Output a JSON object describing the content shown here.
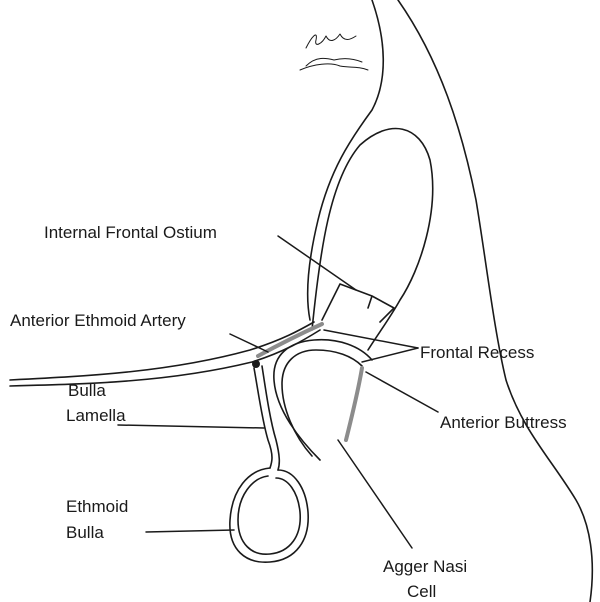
{
  "labels": {
    "internal_frontal_ostium": "Internal Frontal Ostium",
    "anterior_ethmoid_artery": "Anterior Ethmoid Artery",
    "frontal_recess": "Frontal Recess",
    "bulla_lamella_line1": "Bulla",
    "bulla_lamella_line2": "Lamella",
    "anterior_buttress": "Anterior Buttress",
    "ethmoid_bulla_line1": "Ethmoid",
    "ethmoid_bulla_line2": "Bulla",
    "agger_nasi_line1": "Agger Nasi",
    "agger_nasi_line2": "Cell"
  },
  "colors": {
    "ink": "#1a1a1a",
    "highlight": "#8c8c8c",
    "background": "#ffffff"
  }
}
